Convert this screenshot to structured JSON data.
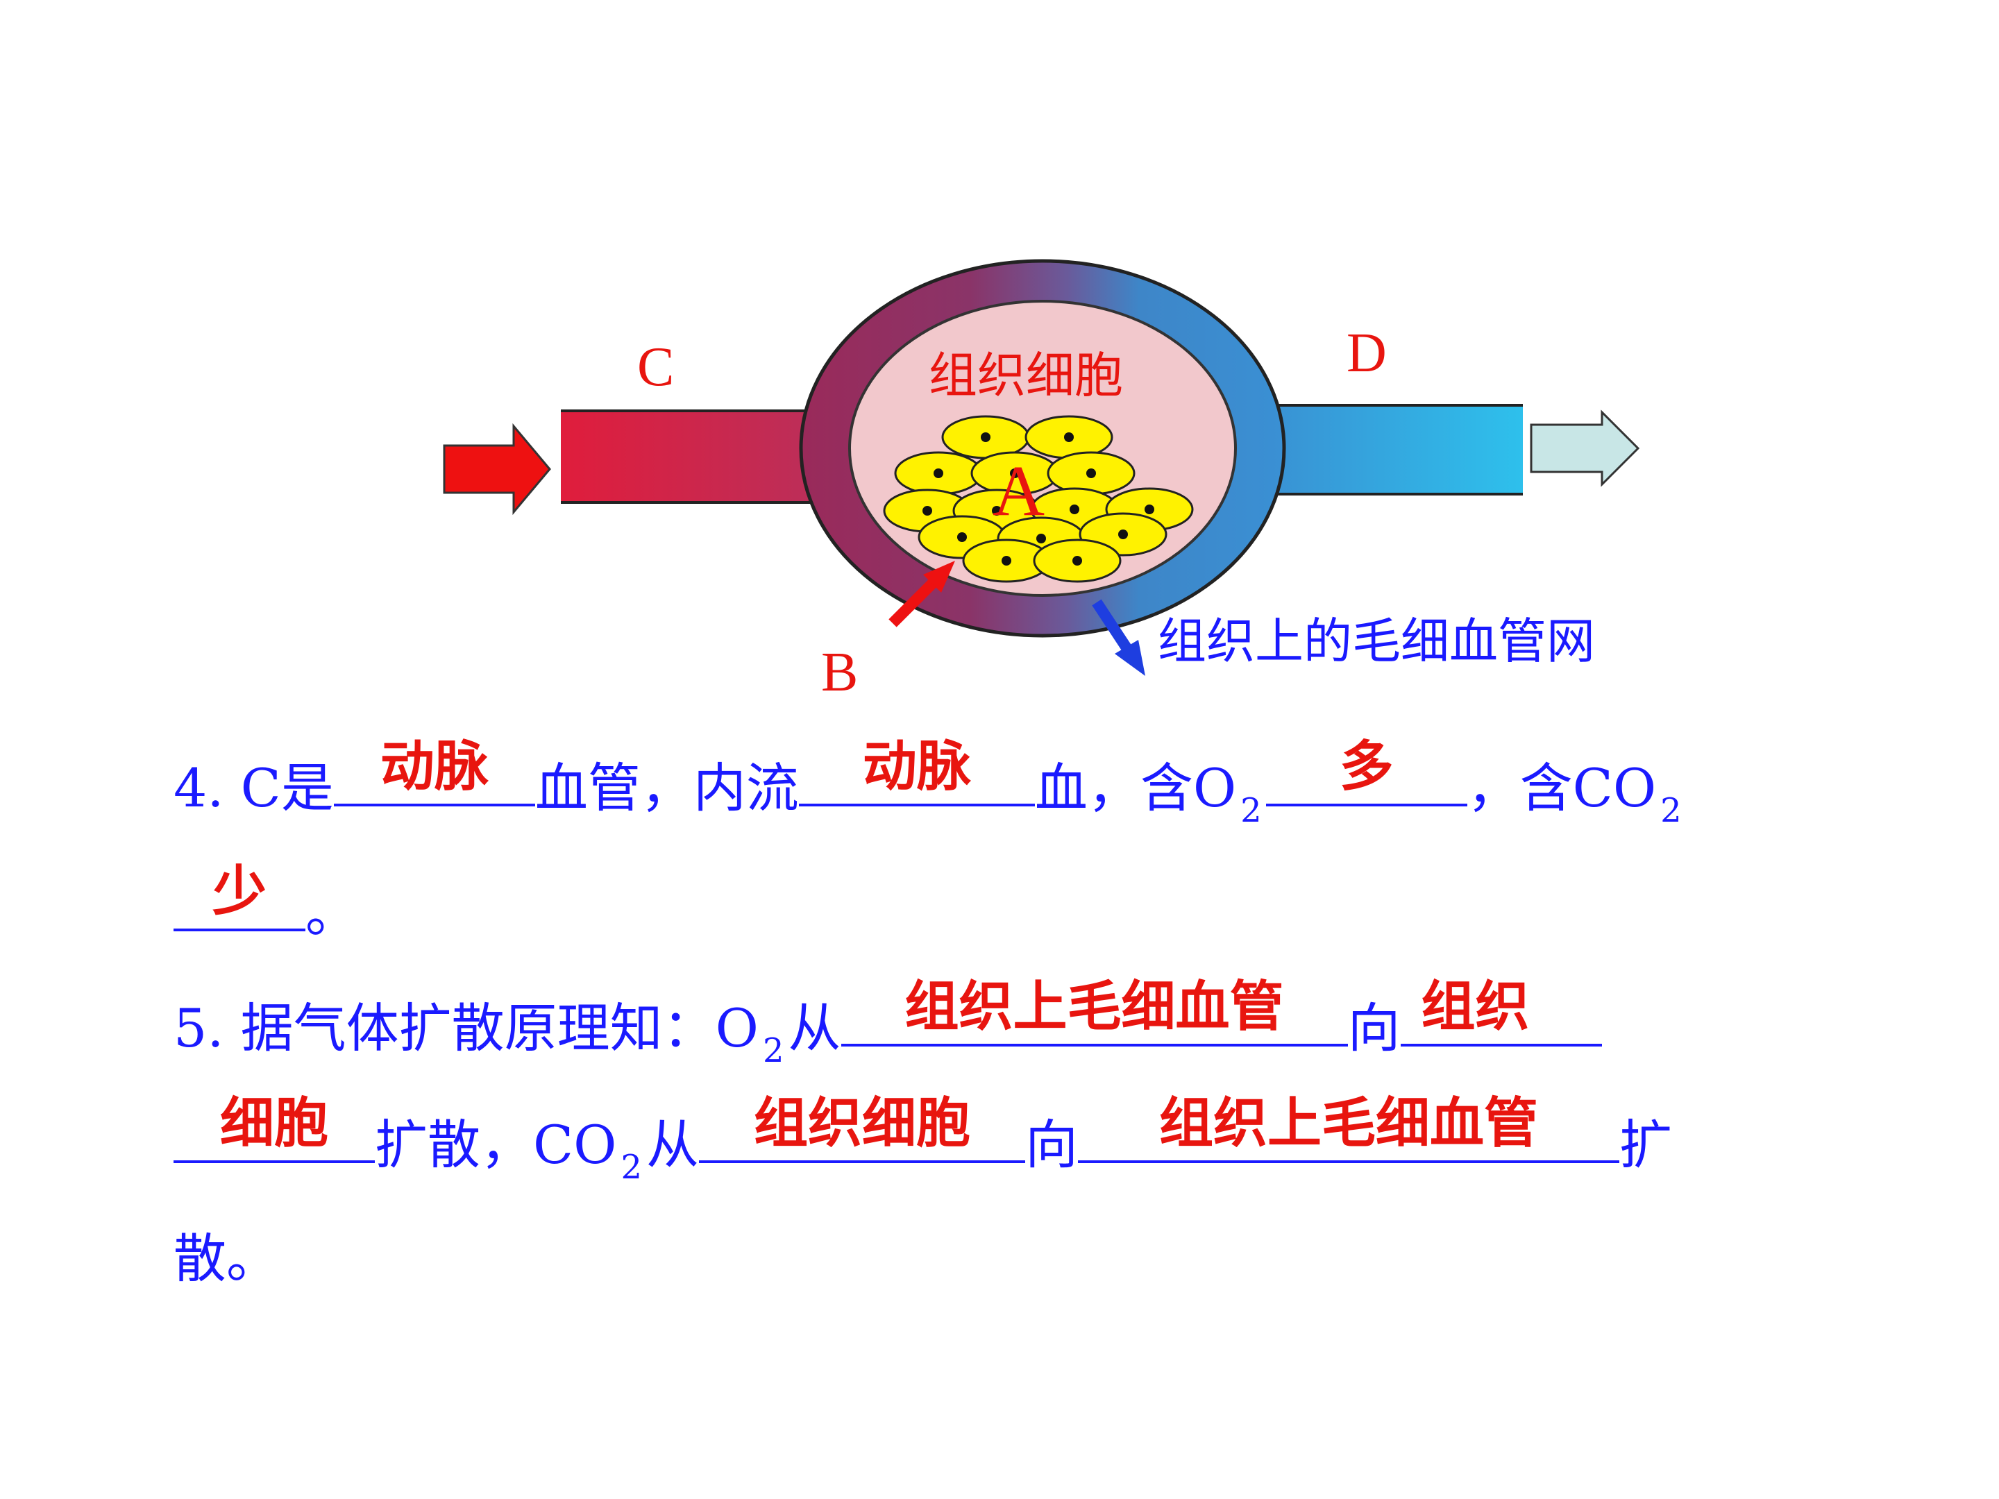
{
  "diagram": {
    "label_c": "C",
    "label_d": "D",
    "label_a": "A",
    "label_b": "B",
    "tissue_label": "组织细胞",
    "network_label": "组织上的毛细血管网",
    "colors": {
      "artery": "#e0204a",
      "vein": "#2fb8e8",
      "capillary_arterial": "#8a2a5e",
      "capillary_venous": "#3a8ad0",
      "tissue_fill": "#f2c8cc",
      "cell_fill": "#fff200",
      "arrow_in": "#ee1111",
      "arrow_out": "#c8e6e6",
      "label_red": "#e8150f",
      "text_blue": "#1a1aff"
    }
  },
  "q4": {
    "prefix": "4. C是",
    "ans1": "动脉",
    "t1": "血管，内流",
    "ans2": "动脉",
    "t2": "血，含O",
    "sub1": "2",
    "ans3": "多",
    "t3": "，含CO",
    "sub2": "2",
    "ans4": "少",
    "t4": "。"
  },
  "q5": {
    "prefix": "5. 据气体扩散原理知：O",
    "sub1": "2",
    "t1": "从",
    "ans1": "组织上毛细血管",
    "t2": "向",
    "ans2": "组织细胞",
    "t3": "扩散，CO",
    "sub2": "2",
    "t4": "从",
    "ans3": "组织细胞",
    "t5": "向",
    "ans4": "组织上毛细血管",
    "t6": "扩",
    "t7": "散。"
  }
}
